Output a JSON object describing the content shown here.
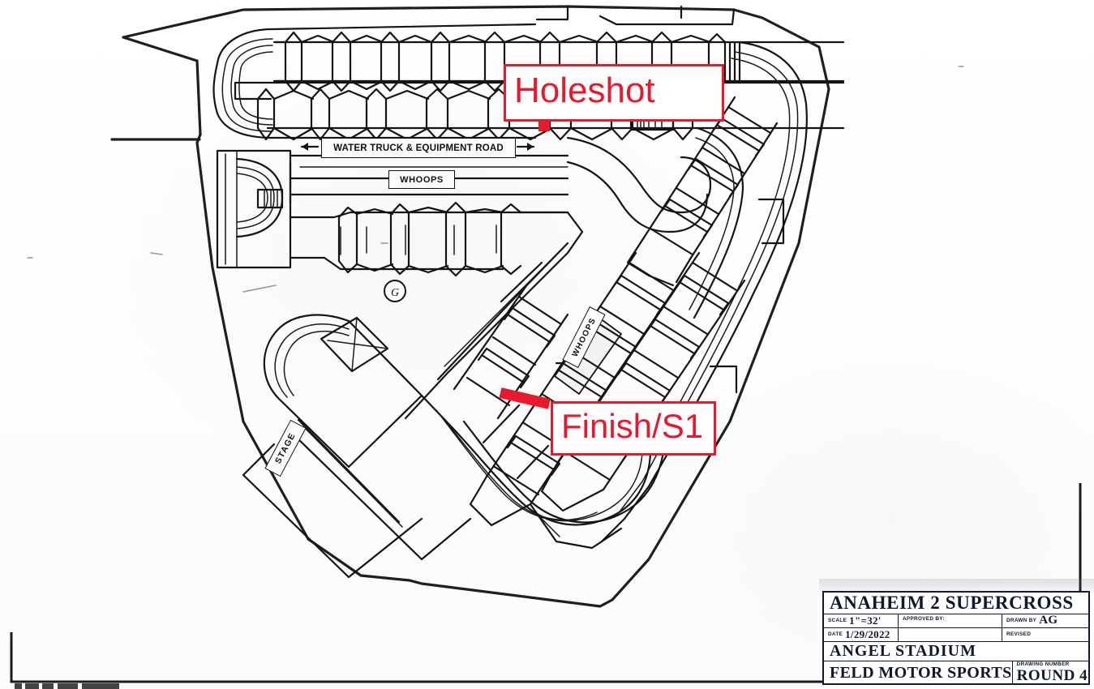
{
  "document": {
    "kind": "supercross-track-blueprint",
    "background_color": "#fdfdfd",
    "ink_color": "#141414",
    "annotation_color": "#e8192c"
  },
  "annotations": [
    {
      "id": "holeshot",
      "label": "Holeshot",
      "marker": "vertical-red-bar"
    },
    {
      "id": "finish",
      "label": "Finish/S1",
      "marker": "diagonal-red-bar"
    }
  ],
  "map_labels": {
    "water_road": "WATER TRUCK & EQUIPMENT ROAD",
    "whoops_top": "WHOOPS",
    "whoops_lower": "WHOOPS",
    "stage": "STAGE",
    "grid_marker": "G"
  },
  "title_block": {
    "event": "ANAHEIM  2  SUPERCROSS",
    "scale_key": "SCALE",
    "scale_value": "1\"=32'",
    "date_key": "DATE",
    "date_value": "1/29/2022",
    "approved_key": "APPROVED BY:",
    "approved_value": "",
    "drawn_key": "DRAWN BY",
    "drawn_value": "AG",
    "revised_key": "REVISED",
    "revised_value": "",
    "venue": "ANGEL  STADIUM",
    "company": "FELD MOTOR SPORTS",
    "drawing_number_key": "DRAWING NUMBER",
    "drawing_number_value": "ROUND  4"
  }
}
